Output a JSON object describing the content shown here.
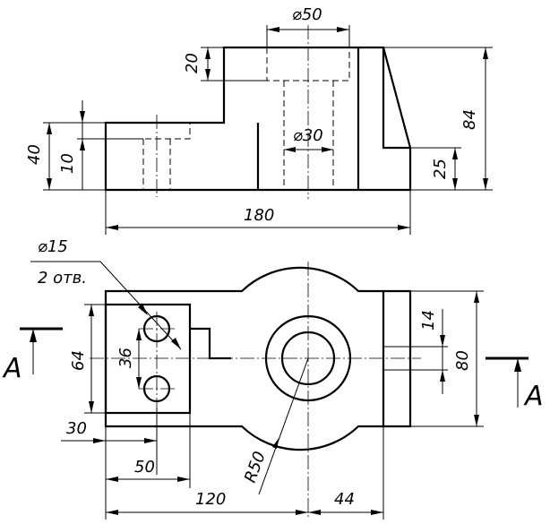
{
  "front_view": {
    "dia_top": "⌀50",
    "dia_mid": "⌀30",
    "dim_20": "20",
    "dim_40": "40",
    "dim_10": "10",
    "dim_84": "84",
    "dim_25": "25",
    "dim_180": "180"
  },
  "top_view": {
    "hole_dia": "⌀15",
    "hole_count": "2 отв.",
    "dim_64": "64",
    "dim_36": "36",
    "dim_30": "30",
    "dim_50": "50",
    "dim_120": "120",
    "dim_44": "44",
    "dim_r50": "R50",
    "dim_14": "14",
    "dim_80": "80"
  },
  "section_labels": {
    "left": "A",
    "right": "A"
  }
}
